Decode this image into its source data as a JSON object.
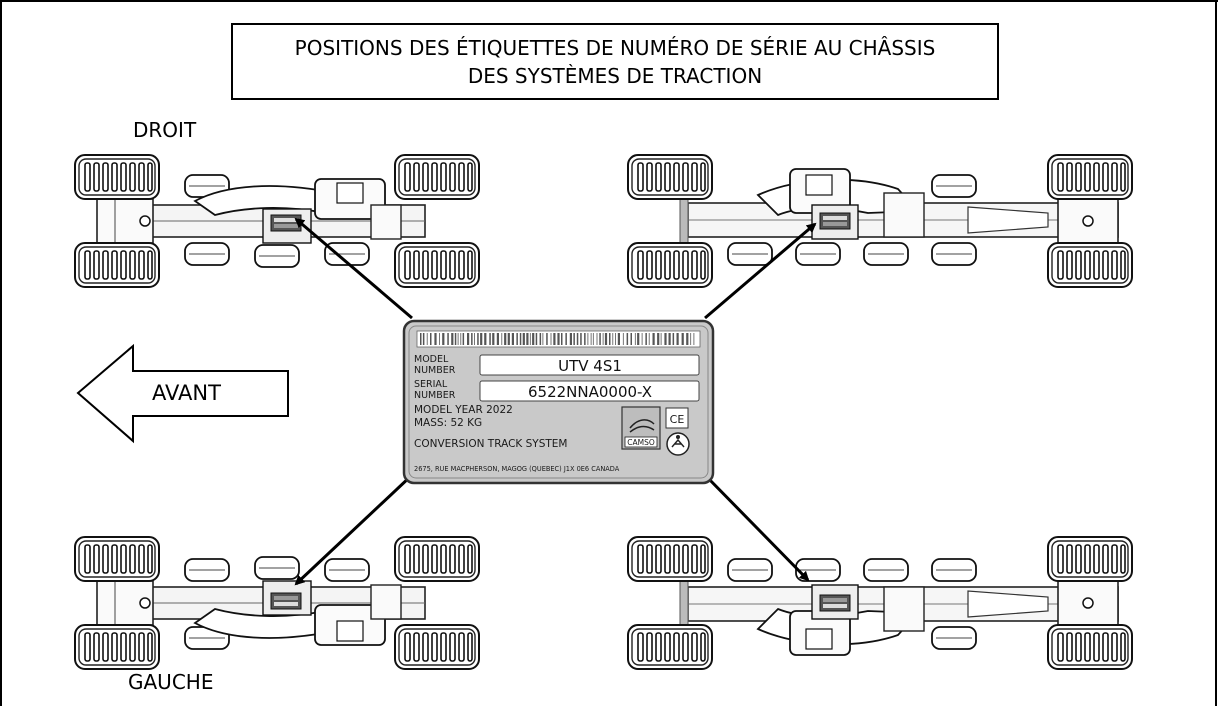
{
  "title": {
    "line1": "POSITIONS DES ÉTIQUETTES DE NUMÉRO DE SÉRIE AU CHÂSSIS",
    "line2": "DES SYSTÈMES DE TRACTION"
  },
  "labels": {
    "right_side": "DROIT",
    "left_side": "GAUCHE",
    "front": "AVANT"
  },
  "plate": {
    "model_label_1": "MODEL",
    "model_label_2": "NUMBER",
    "model_value": "UTV  4S1",
    "serial_label_1": "SERIAL",
    "serial_label_2": "NUMBER",
    "serial_value": "6522NNA0000-X",
    "model_year": "MODEL  YEAR  2022",
    "mass": "MASS:  52  KG",
    "system": "CONVERSION  TRACK  SYSTEM",
    "brand": "CAMSO",
    "ce_mark": "CE",
    "address": "2675, RUE MACPHERSON, MAGOG (QUEBEC) J1X 0E6 CANADA"
  }
}
